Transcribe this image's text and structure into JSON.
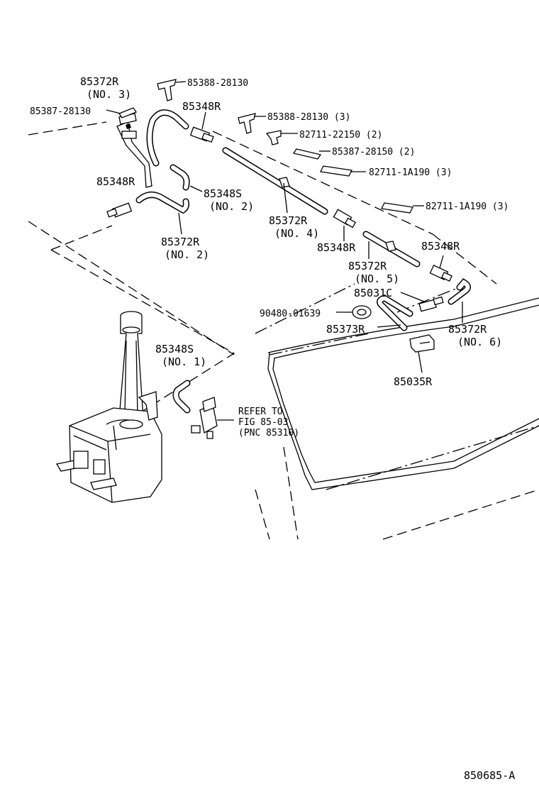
{
  "labels": {
    "hose_no3": [
      "85372R",
      "(NO. 3)"
    ],
    "clip_85388_top": "85388-28130",
    "clamp_85387_left": "85387-28130",
    "joint_85348R_top": "85348R",
    "clip_85388_3": "85388-28130 (3)",
    "clip_82711_22150": "82711-22150 (2)",
    "clamp_85387_28150": "85387-28150 (2)",
    "clip_82711_1a190_a": "82711-1A190 (3)",
    "clip_82711_1a190_b": "82711-1A190 (3)",
    "joint_85348R_left": "85348R",
    "hose_85348S_no2": [
      "85348S",
      "(NO. 2)"
    ],
    "hose_no2": [
      "85372R",
      "(NO. 2)"
    ],
    "hose_no4": [
      "85372R",
      "(NO. 4)"
    ],
    "joint_85348R_mid": "85348R",
    "joint_85348R_right": "85348R",
    "hose_no5": [
      "85372R",
      "(NO. 5)"
    ],
    "valve_85031C": "85031C",
    "grommet_90480": "90480-01639",
    "hose_85373R": "85373R",
    "hose_no6": [
      "85372R",
      "(NO. 6)"
    ],
    "hose_85348S_no1": [
      "85348S",
      "(NO. 1)"
    ],
    "refer_note": [
      "REFER TO",
      "FIG 85-03",
      "(PNC 85310)"
    ],
    "nozzle_85035R": "85035R",
    "diagram_id": "850685-A"
  }
}
